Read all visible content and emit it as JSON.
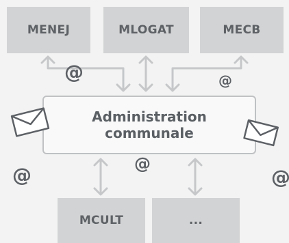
{
  "top_boxes": [
    {
      "label": "MENEJ"
    },
    {
      "label": "MLOGAT"
    },
    {
      "label": "MECB"
    }
  ],
  "center": {
    "line1": "Administration",
    "line2": "communale"
  },
  "bottom_boxes": [
    {
      "label": "MCULT"
    },
    {
      "label": "..."
    }
  ],
  "at_symbol": "@",
  "colors": {
    "background": "#f3f3f3",
    "box_fill": "#d2d3d4",
    "box_text": "#5e6266",
    "center_border": "#bfc1c3",
    "connector": "#c5c7c9"
  }
}
